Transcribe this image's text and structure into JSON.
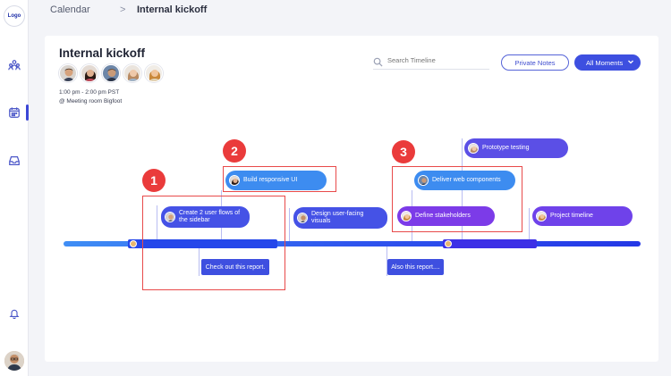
{
  "sidebar": {
    "logo": "Logo",
    "icons": [
      "team-icon",
      "calendar-icon",
      "inbox-icon",
      "bell-icon"
    ]
  },
  "breadcrumb": {
    "parent": "Calendar",
    "separator": ">",
    "current": "Internal kickoff"
  },
  "event": {
    "title": "Internal kickoff",
    "time": "1:00 pm - 2:00 pm PST",
    "location": "@ Meeting room Bigfoot",
    "attendees": 5
  },
  "toolbar": {
    "search_placeholder": "Search Timeline",
    "notes_label": "Private Notes",
    "moments_label": "All Moments"
  },
  "timeline": {
    "moments": [
      {
        "label": "Create 2 user flows of the sidebar"
      },
      {
        "label": "Build responsive UI"
      },
      {
        "label": "Design user-facing visuals"
      },
      {
        "label": "Prototype testing"
      },
      {
        "label": "Deliver web components"
      },
      {
        "label": "Define stakeholders"
      },
      {
        "label": "Project timeline"
      }
    ],
    "notes": [
      {
        "label": "Check out this report."
      },
      {
        "label": "Also this report...."
      }
    ]
  },
  "annotations": [
    "1",
    "2",
    "3"
  ],
  "colors": {
    "accent": "#3d4fe0",
    "highlight": "#ea3b3b",
    "pill_light_blue": "#3d8cf0",
    "pill_purple": "#7c3be8"
  }
}
